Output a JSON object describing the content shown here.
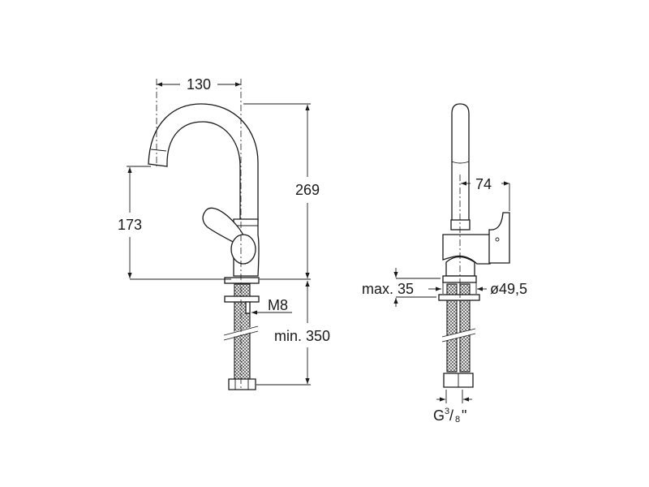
{
  "side_view": {
    "dim_spout_reach": "130",
    "dim_total_height": "269",
    "dim_spout_height": "173",
    "dim_fixing_thread": "M8",
    "dim_hose_length": "min. 350"
  },
  "front_view": {
    "dim_handle_offset": "74",
    "dim_max_deck_thickness": "max. 35",
    "dim_base_diameter": "ø49,5",
    "dim_connection_prefix": "G",
    "dim_connection_num": "3",
    "dim_connection_den": "8",
    "dim_connection_suffix": "\""
  }
}
